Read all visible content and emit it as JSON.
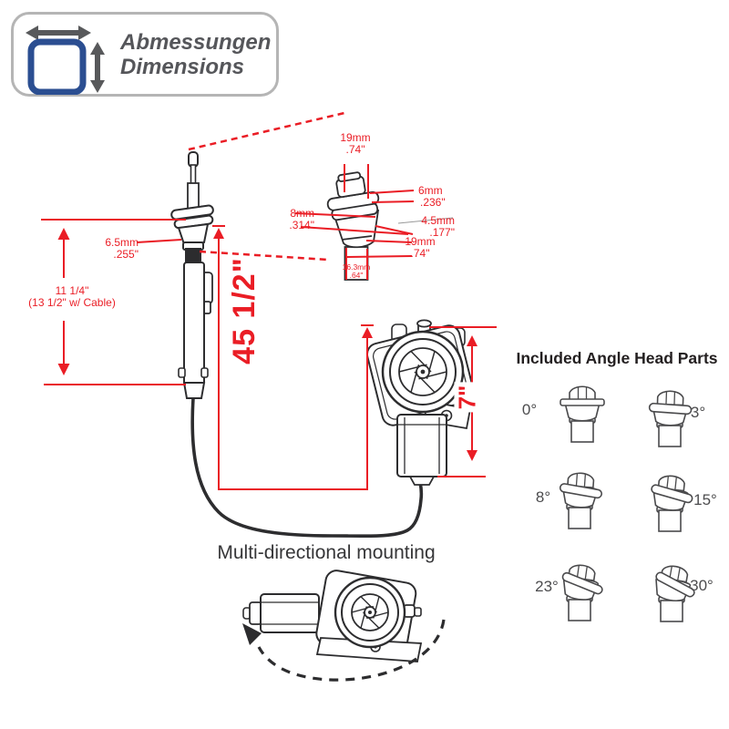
{
  "logo": {
    "line1": "Abmessungen",
    "line2": "Dimensions"
  },
  "colors": {
    "accent_red": "#ea1d25",
    "line_dark": "#2d2d2f",
    "logo_blue": "#2b4e91",
    "logo_gray": "#58595b"
  },
  "detail_view": {
    "measurements": [
      {
        "id": "top-width",
        "mm": "19mm",
        "inch": ".74\""
      },
      {
        "id": "tip-step",
        "mm": "6mm",
        "inch": ".236\""
      },
      {
        "id": "collar",
        "mm": "8mm",
        "inch": ".314\""
      },
      {
        "id": "ring",
        "mm": "4.5mm",
        "inch": ".177\""
      },
      {
        "id": "body-height",
        "mm": "19mm",
        "inch": ".74\""
      },
      {
        "id": "stem-width",
        "mm": "16.3mm",
        "inch": ".64\""
      }
    ]
  },
  "mast": {
    "thread_mm": "6.5mm",
    "thread_inch": ".255\"",
    "visible_length": "11 1/4\"",
    "with_cable": "(13 1/2\" w/ Cable)",
    "cable_length": "45 1/2\"",
    "motor_height": "7\""
  },
  "angle_heads": {
    "title": "Included Angle Head Parts",
    "items": [
      {
        "angle": "0°"
      },
      {
        "angle": "3°"
      },
      {
        "angle": "8°"
      },
      {
        "angle": "15°"
      },
      {
        "angle": "23°"
      },
      {
        "angle": "30°"
      }
    ]
  },
  "mounting": {
    "caption": "Multi-directional mounting"
  }
}
